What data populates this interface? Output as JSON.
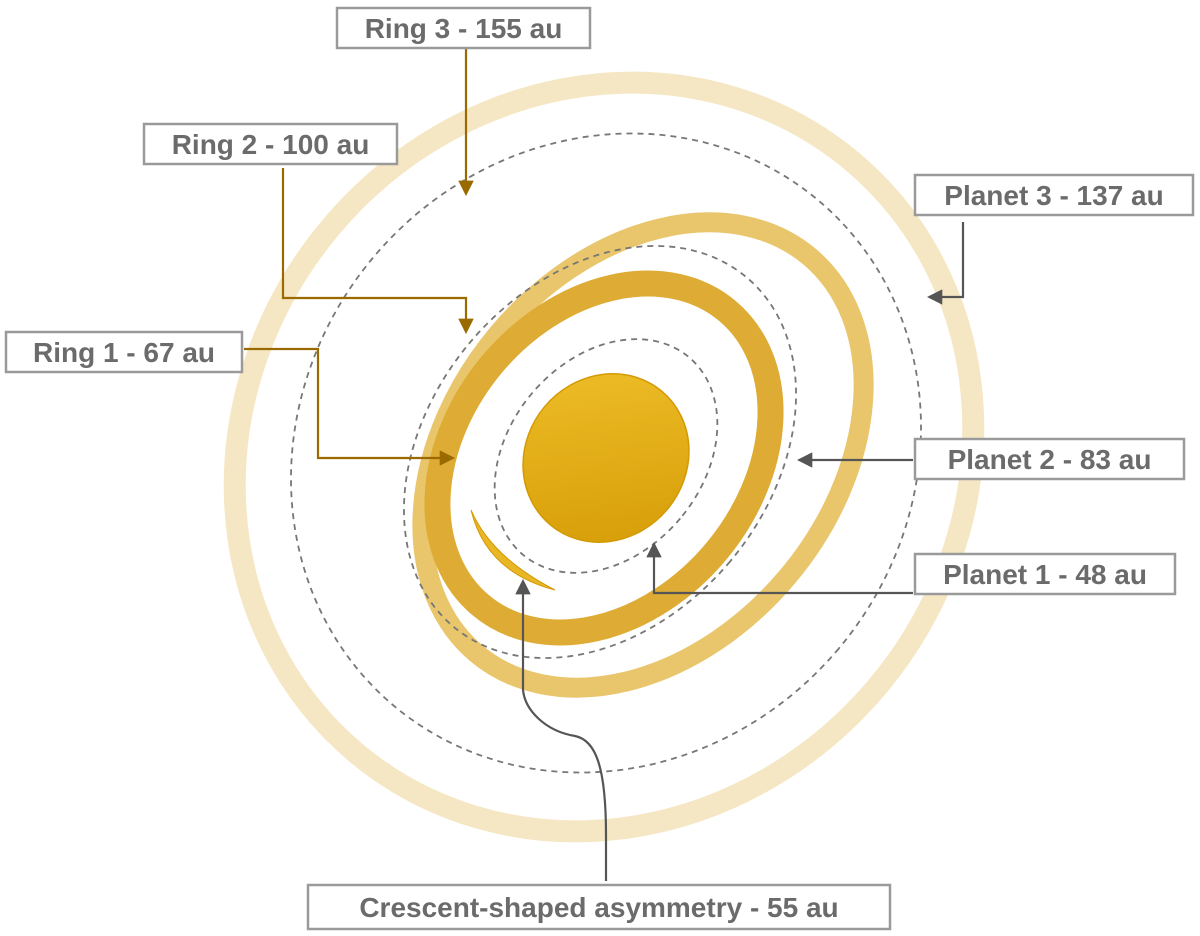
{
  "labels": {
    "ring3": "Ring 3 - 155 au",
    "ring2": "Ring 2 - 100 au",
    "ring1": "Ring 1 - 67 au",
    "planet3": "Planet 3 - 137 au",
    "planet2": "Planet 2 -  83 au",
    "planet1": "Planet 1 - 48 au",
    "crescent": "Crescent-shaped asymmetry - 55 au"
  },
  "colors": {
    "ring3": "#f6e7c4",
    "ring2": "#e9c66b",
    "ring1": "#deab34",
    "core_light": "#efc02a",
    "core_dark": "#d49a05",
    "crescent": "#e9b726",
    "ring_arrow": "#9a6a00",
    "planet_arrow": "#555555",
    "orbit_dash": "#777777",
    "label_text": "#6b6b6b",
    "label_border": "#9a9a9a"
  }
}
